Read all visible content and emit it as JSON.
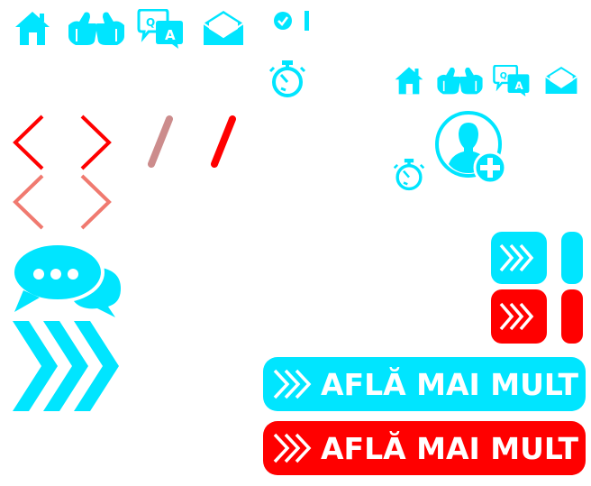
{
  "colors": {
    "cyan": "#00e5ff",
    "red": "#ff0000",
    "salmon": "#f07a70",
    "dusty_pink": "#cc8c8c",
    "white": "#ffffff"
  },
  "icons_top_row": [
    "home-icon",
    "thumbs-up-icon",
    "qa-chat-icon",
    "envelope-icon",
    "check-circle-icon",
    "cursor-bar-icon"
  ],
  "icons_secondary_row": [
    "home-icon",
    "thumbs-up-icon",
    "qa-chat-icon",
    "envelope-icon"
  ],
  "timer_icons": [
    "timer-icon",
    "timer-icon"
  ],
  "add_user_icon": "add-user-icon",
  "qa_letters": {
    "q": "Q",
    "a": "A"
  },
  "nav_arrows": [
    "chevron-left-icon",
    "chevron-right-icon"
  ],
  "slashes": [
    "slash-icon",
    "slash-icon"
  ],
  "chat_bubbles_icon": "chat-bubbles-icon",
  "big_chevrons_icon": "triple-chevron-icon",
  "cta_buttons": [
    {
      "label": "AFLĂ MAI MULT",
      "color": "#00e5ff"
    },
    {
      "label": "AFLĂ MAI MULT",
      "color": "#ff0000"
    }
  ],
  "small_arrow_buttons": [
    {
      "color": "#00e5ff"
    },
    {
      "color": "#ff0000"
    }
  ]
}
